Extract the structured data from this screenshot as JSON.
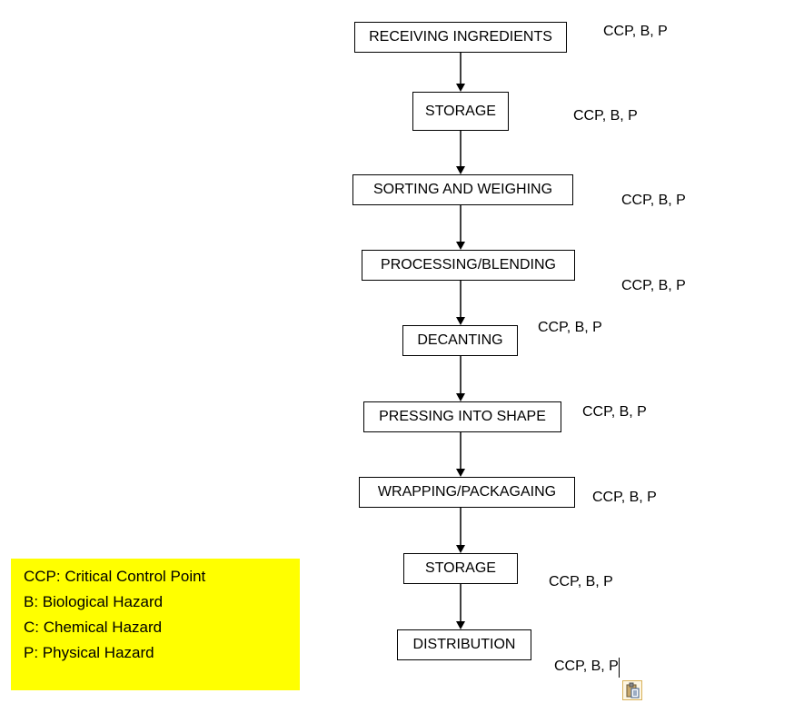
{
  "colors": {
    "line": "#000000",
    "box_border": "#000000",
    "legend_background": "#FFFF00",
    "paste_icon_accent": "#D9B25A"
  },
  "flow": {
    "steps": [
      {
        "label": "RECEIVING INGREDIENTS",
        "hazards": "CCP, B, P"
      },
      {
        "label": "STORAGE",
        "hazards": "CCP, B, P"
      },
      {
        "label": "SORTING AND WEIGHING",
        "hazards": "CCP, B, P"
      },
      {
        "label": "PROCESSING/BLENDING",
        "hazards": "CCP, B, P"
      },
      {
        "label": "DECANTING",
        "hazards": "CCP, B, P"
      },
      {
        "label": "PRESSING INTO SHAPE",
        "hazards": "CCP, B, P"
      },
      {
        "label": "WRAPPING/PACKAGAING",
        "hazards": "CCP, B, P"
      },
      {
        "label": "STORAGE",
        "hazards": "CCP, B, P"
      },
      {
        "label": "DISTRIBUTION",
        "hazards": "CCP, B, P"
      }
    ]
  },
  "legend": {
    "items": [
      "CCP: Critical Control Point",
      "B: Biological Hazard",
      "C: Chemical Hazard",
      "P: Physical Hazard"
    ]
  },
  "icons": {
    "paste_options": "paste-options-icon"
  }
}
